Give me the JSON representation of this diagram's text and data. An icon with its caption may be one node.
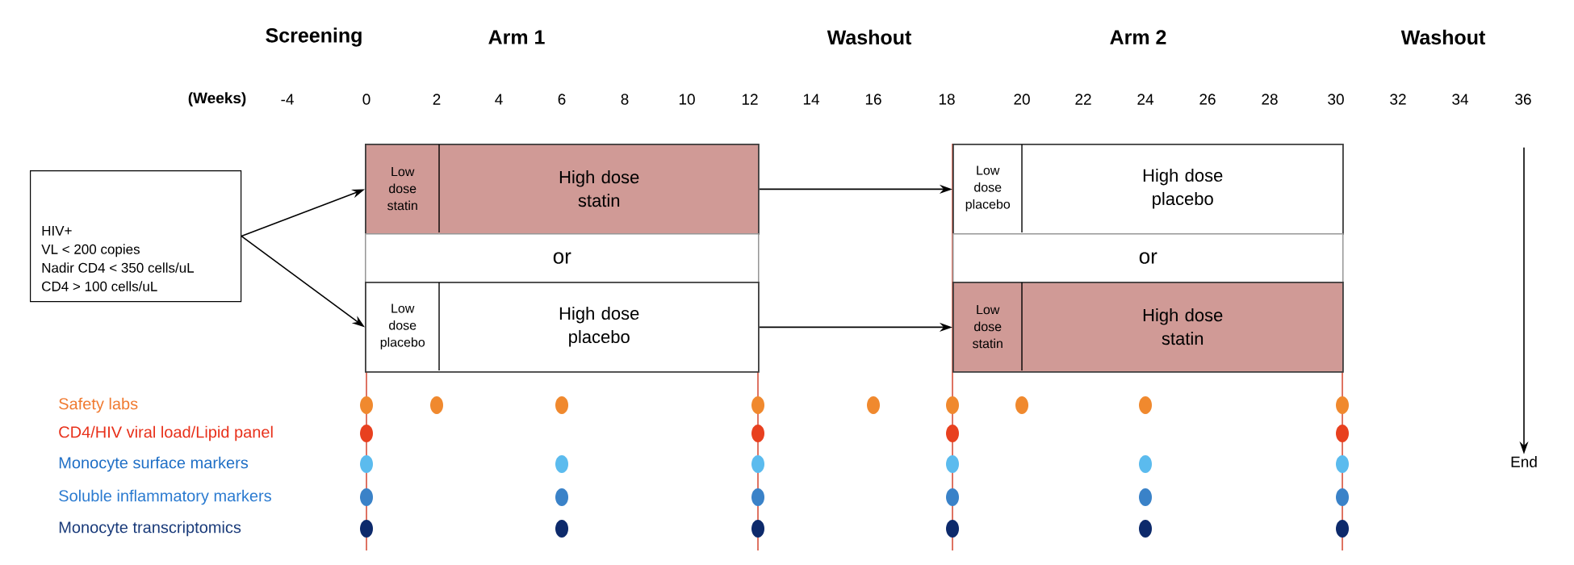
{
  "diagram": {
    "nodes": [
      {
        "text": [
          "HIV+",
          "VL < 200 copies",
          "Nadir CD4 < 350 cells/uL",
          "CD4 > 100 cells/uL"
        ]
      },
      {
        "text": [],
        "shape": "box"
      },
      {
        "text": [
          "Low dose statin"
        ],
        "in": 1
      },
      {
        "text": [
          "High dose statin"
        ],
        "in": 1
      },
      {
        "text": [
          "or"
        ]
      },
      {
        "text": [],
        "shape": "box"
      },
      {
        "text": [
          "Low dose placebo"
        ],
        "in": 5
      },
      {
        "text": [
          "High dose placebo"
        ],
        "in": 5
      },
      {
        "text": [],
        "shape": "box"
      },
      {
        "text": [
          "Low dose placebo"
        ],
        "in": 8
      },
      {
        "text": [
          "High dose placebo"
        ],
        "in": 8
      },
      {
        "text": [
          "or"
        ]
      },
      {
        "text": [],
        "shape": "box"
      },
      {
        "text": [
          "Low dose statin"
        ],
        "in": 12
      },
      {
        "text": [
          "High dose statin"
        ],
        "in": 12
      },
      {
        "text": [
          "End"
        ]
      }
    ],
    "edges": [
      {
        "from": 0,
        "to": 1,
        "arrow": "to"
      },
      {
        "from": 0,
        "to": 5,
        "arrow": "to"
      },
      {
        "from": 1,
        "to": 8,
        "arrow": "to"
      },
      {
        "from": 5,
        "to": 12,
        "arrow": "to"
      },
      {
        "from": null,
        "to": 15,
        "arrow": "to"
      }
    ],
    "labels": [
      "Screening",
      "Arm 1",
      "Washout",
      "Arm 2",
      "Washout",
      "(Weeks)",
      "-4",
      "0",
      "2",
      "4",
      "6",
      "8",
      "10",
      "12",
      "14",
      "16",
      "18",
      "20",
      "22",
      "24",
      "26",
      "28",
      "30",
      "32",
      "34",
      "36",
      "Safety labs",
      "CD4/HIV viral load/Lipid panel",
      "Monocyte surface markers",
      "Soluble inflammatory markers",
      "Monocyte transcriptomics"
    ]
  }
}
